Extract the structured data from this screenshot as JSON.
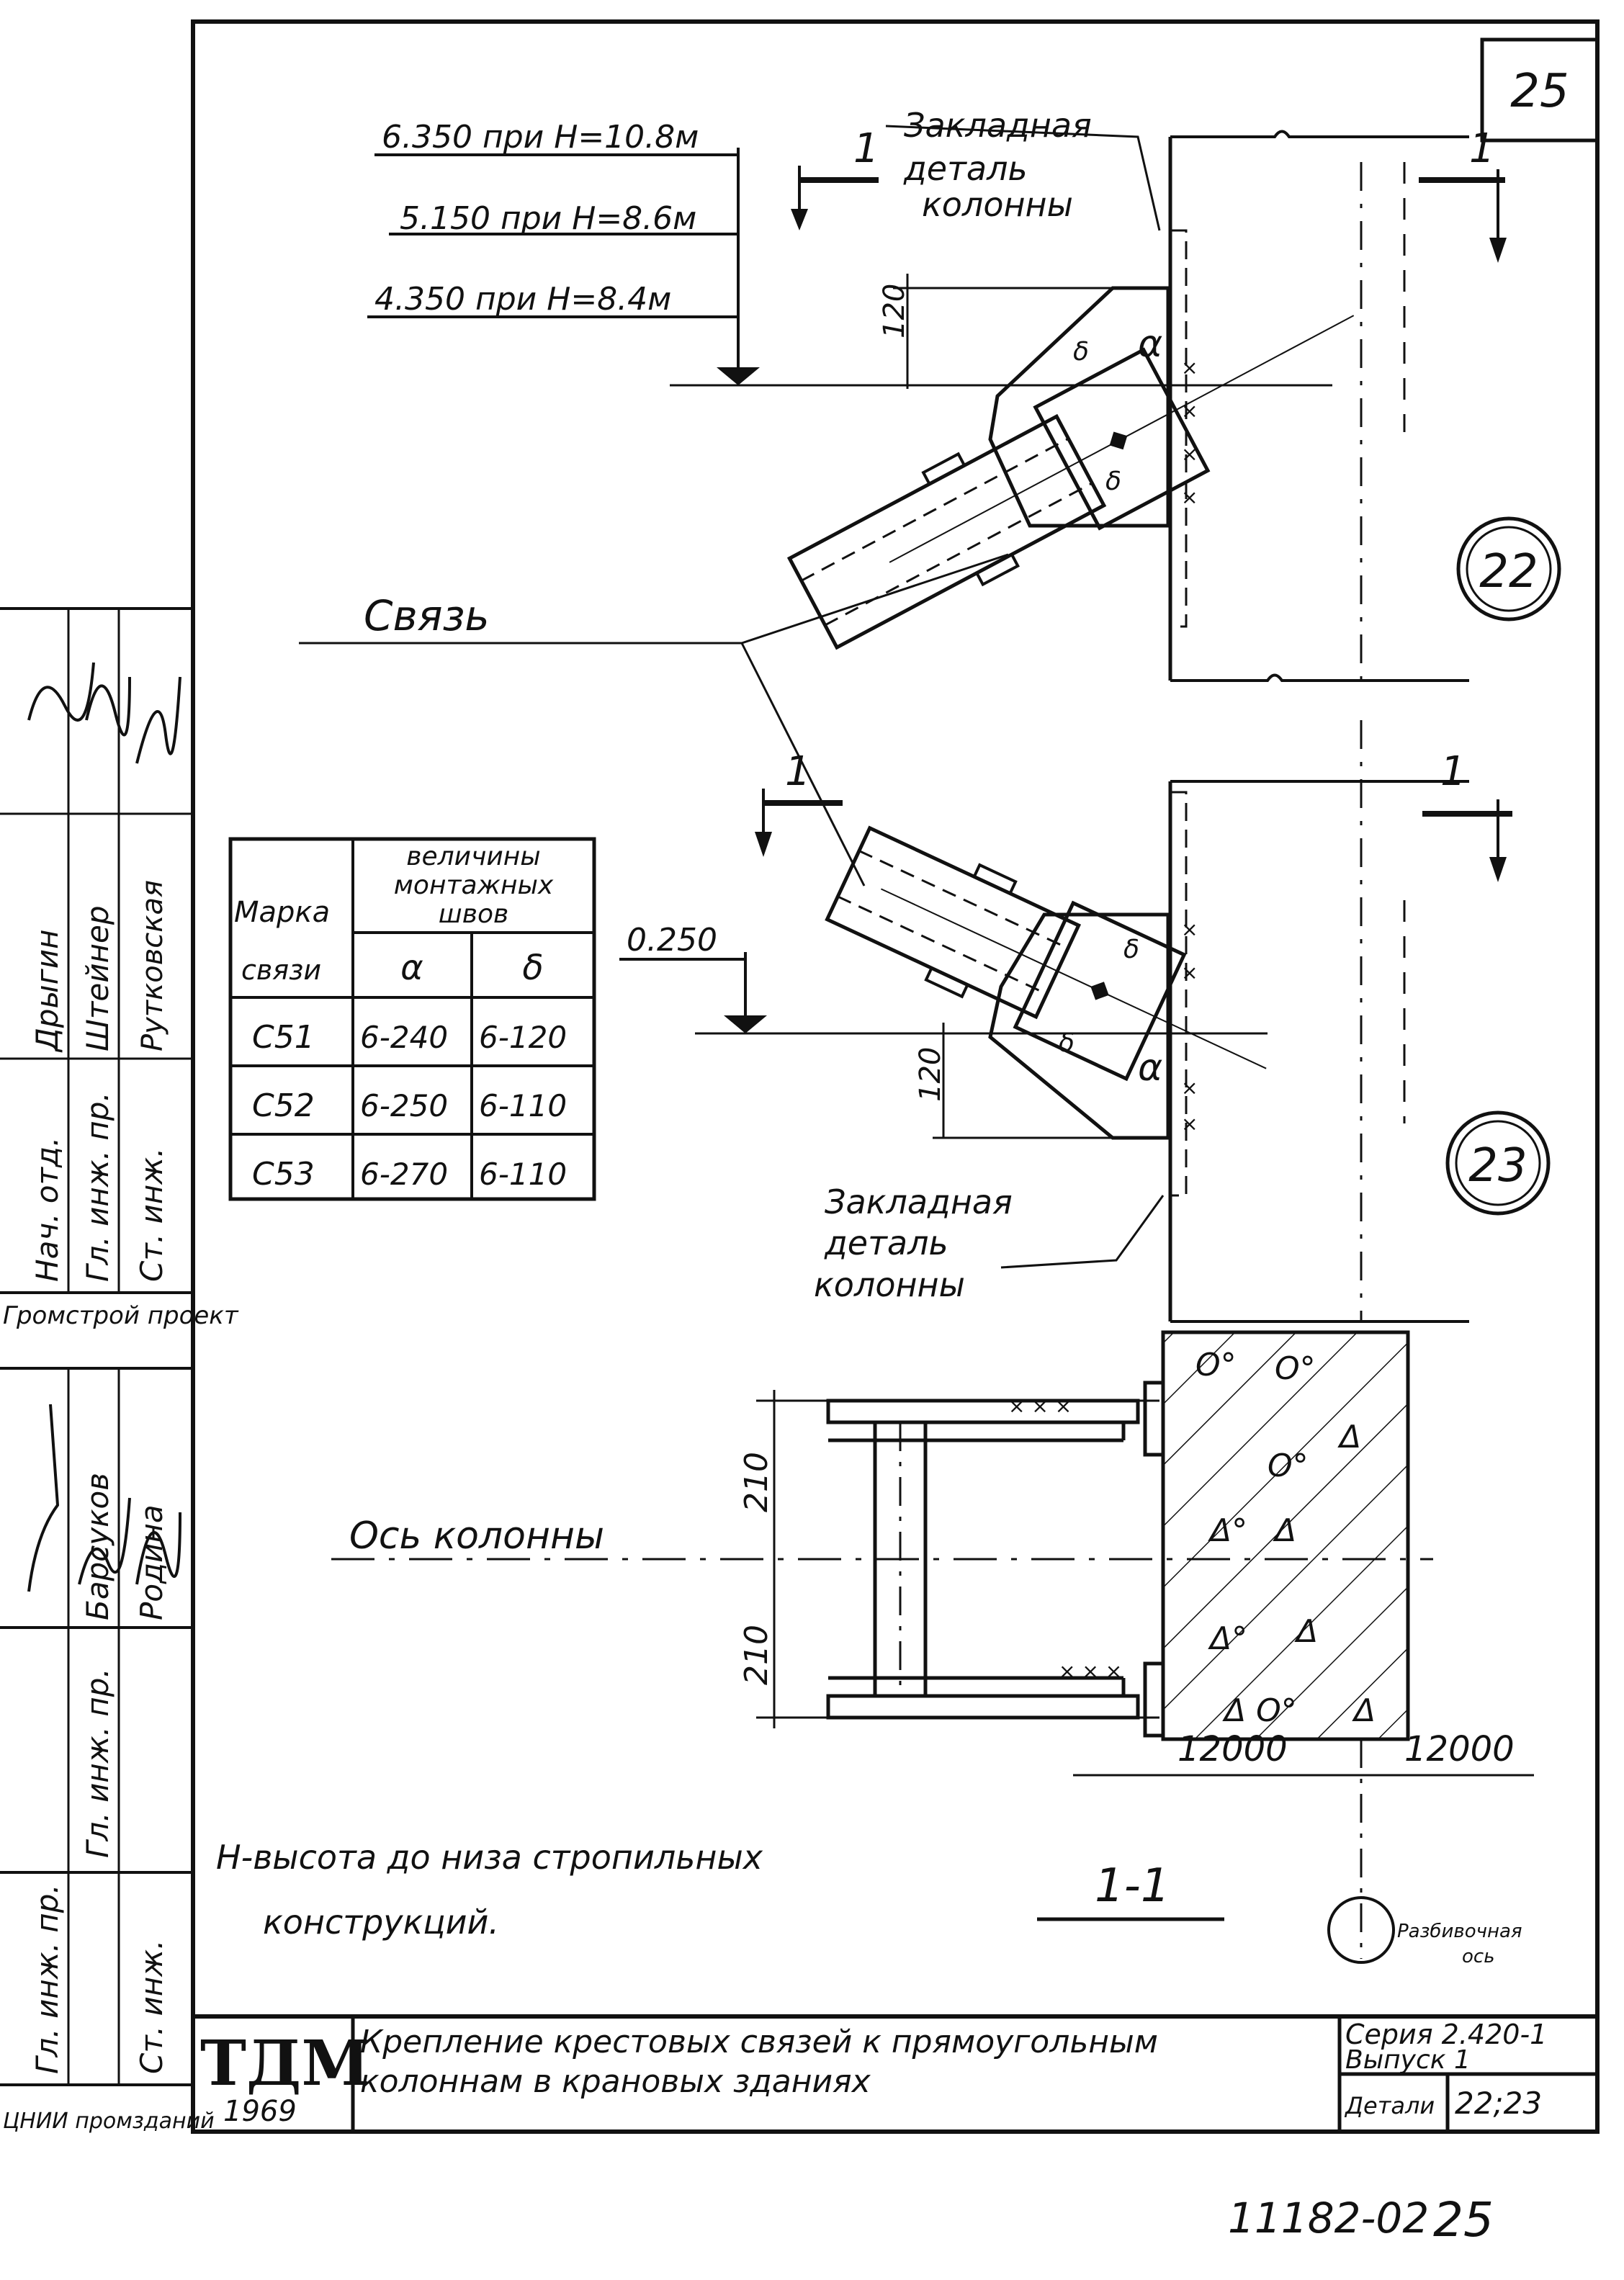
{
  "sheet_number": "25",
  "elevations": {
    "e1": "6.350 при H=10.8м",
    "e2": "5.150 при H=8.6м",
    "e3": "4.350 при H=8.4м",
    "e4": "0.250"
  },
  "embedded_part": {
    "line1": "Закладная",
    "line2": "деталь",
    "line3": "колонны"
  },
  "brace_label": "Связь",
  "detail_22": "22",
  "detail_23": "23",
  "section_mark": "1",
  "section_title": "1-1",
  "dims": {
    "d120": "120",
    "d210": "210",
    "d12000": "12000"
  },
  "weld_labels": {
    "a": "α",
    "b": "δ"
  },
  "weld_table": {
    "col_mark_1": "Марка",
    "col_mark_2": "связи",
    "col_group": "величины монтажных швов",
    "col_a": "α",
    "col_b": "δ",
    "rows": [
      {
        "mark": "С51",
        "a": "6-240",
        "b": "6-120"
      },
      {
        "mark": "С52",
        "a": "6-250",
        "b": "6-110"
      },
      {
        "mark": "С53",
        "a": "6-270",
        "b": "6-110"
      }
    ]
  },
  "column_axis_label": "Ось колонны",
  "marking_axis_label_1": "Разбивочная",
  "marking_axis_label_2": "ось",
  "note_line1": "H-высота до низа стропильных",
  "note_line2": "конструкций.",
  "left_stamp": {
    "r1_role": "Нач. отд.",
    "r1_name": "Дрыгин",
    "r2_role": "Гл. инж. пр.",
    "r2_name": "Штейнер",
    "r3_role": "Ст. инж.",
    "r3_name": "Рутковская",
    "org": "Громстрой проект",
    "r4_role": "Гл. инж. пр.",
    "r4_name": "Барсуков",
    "r5_role": "Ст. инж.",
    "r5_name": "Родина",
    "r6_partial": "Гл. инж. пр.",
    "org2": "ЦНИИ промзданий"
  },
  "title_block": {
    "logo": "ТДМ",
    "year": "1969",
    "title_line1": "Крепление крестовых связей к прямоугольным",
    "title_line2": "колоннам в крановых зданиях",
    "series": "Серия 2.420-1",
    "issue": "Выпуск 1",
    "detail_label": "Детали",
    "detail_value": "22;23"
  },
  "footer_code": "11182-02",
  "footer_page": "25"
}
